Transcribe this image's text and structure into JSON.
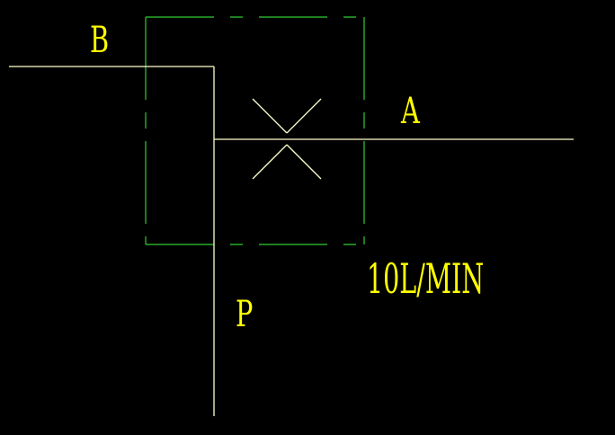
{
  "diagram": {
    "colors": {
      "background": "#000000",
      "line": "#ffffcc",
      "box": "#33cc33",
      "label": "#ffff00"
    },
    "ports": {
      "b_label": "B",
      "a_label": "A",
      "p_label": "P"
    },
    "flow_rate": "10L/MIN"
  }
}
